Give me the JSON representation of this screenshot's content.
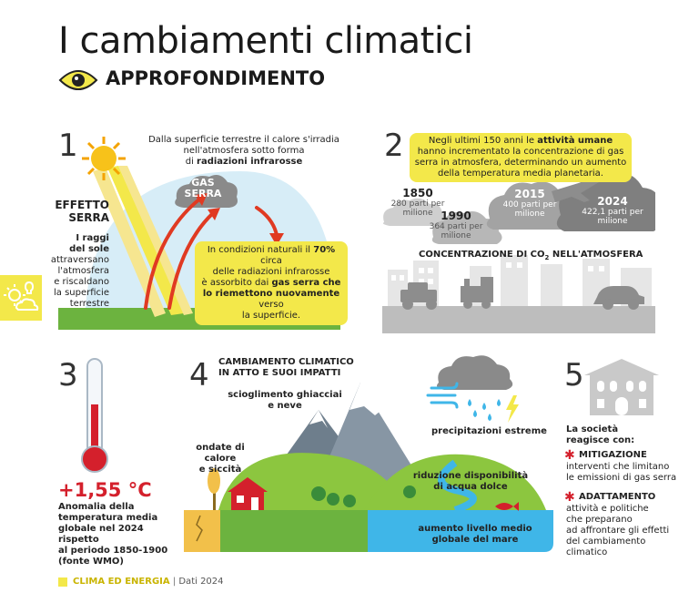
{
  "header": {
    "title": "I cambiamenti climatici",
    "subtitle": "APPROFONDIMENTO"
  },
  "section1": {
    "number": "1",
    "top_text_1": "Dalla superficie terrestre il calore s'irradia",
    "top_text_2": "nell'atmosfera sotto forma",
    "top_text_3a": "di ",
    "top_text_3b": "radiazioni infrarosse",
    "gas_line1": "GAS",
    "gas_line2": "SERRA",
    "effect_line1": "EFFETTO",
    "effect_line2": "SERRA",
    "left_1": "I raggi",
    "left_2": "del sole",
    "left_3": "attraversano",
    "left_4": "l'atmosfera",
    "left_5": "e riscaldano",
    "left_6": "la superficie",
    "left_7": "terrestre",
    "box_1a": "In condizioni naturali il ",
    "box_1b": "70%",
    "box_1c": " circa",
    "box_2": "delle radiazioni infrarosse",
    "box_3a": "è assorbito dai ",
    "box_3b": "gas serra che",
    "box_4a": "lo riemettono nuovamente",
    "box_4b": " verso",
    "box_5": "la superficie."
  },
  "section2": {
    "number": "2",
    "box_1a": "Negli ultimi 150 anni le ",
    "box_1b": "attività umane",
    "box_2": "hanno incrementato la concentrazione di gas",
    "box_3": "serra in atmosfera, determinando un aumento",
    "box_4": "della temperatura media planetaria.",
    "clouds": [
      {
        "year": "1850",
        "line1": "280 parti per",
        "line2": "milione"
      },
      {
        "year": "1990",
        "line1": "364 parti per",
        "line2": "milione"
      },
      {
        "year": "2015",
        "line1": "400 parti per",
        "line2": "milione"
      },
      {
        "year": "2024",
        "line1": "422,1 parti per",
        "line2": "milione"
      }
    ],
    "caption_a": "CONCENTRAZIONE DI CO",
    "caption_sub": "2",
    "caption_b": " NELL'ATMOSFERA"
  },
  "section3": {
    "number": "3",
    "value": "+1,55 °C",
    "desc_1": "Anomalia della",
    "desc_2": "temperatura media",
    "desc_3": "globale nel 2024 rispetto",
    "desc_4": "al periodo 1850-1900",
    "desc_5": "(fonte WMO)"
  },
  "section4": {
    "number": "4",
    "title_1": "CAMBIAMENTO CLIMATICO",
    "title_2": "IN ATTO E SUOI IMPATTI",
    "snow_1": "scioglimento ghiacciai",
    "snow_2": "e neve",
    "rain": "precipitazioni estreme",
    "heat_1": "ondate di calore",
    "heat_2": "e siccità",
    "water_1": "riduzione disponibilità",
    "water_2": "di acqua dolce",
    "sea_1": "aumento livello medio",
    "sea_2": "globale del mare"
  },
  "section5": {
    "number": "5",
    "intro_1": "La società",
    "intro_2": "reagisce con:",
    "mit_title": "MITIGAZIONE",
    "mit_1": "interventi che limitano",
    "mit_2": "le emissioni di gas serra",
    "ada_title": "ADATTAMENTO",
    "ada_1": "attività e politiche",
    "ada_2": "che preparano",
    "ada_3": "ad affrontare gli effetti",
    "ada_4": "del cambiamento",
    "ada_5": "climatico"
  },
  "footer": {
    "brand": "CLIMA ED ENERGIA",
    "sep": " | ",
    "data": "Dati 2024"
  },
  "icons": {
    "eye": "eye-icon",
    "sidebar": "sun-cloud-icon",
    "building": "building-icon",
    "thermometer": "thermometer-icon"
  },
  "colors": {
    "yellow": "#f3e84a",
    "red": "#d4202c",
    "green": "#6cb33f",
    "blue": "#3fb6e8",
    "grey": "#7a7a7a"
  }
}
